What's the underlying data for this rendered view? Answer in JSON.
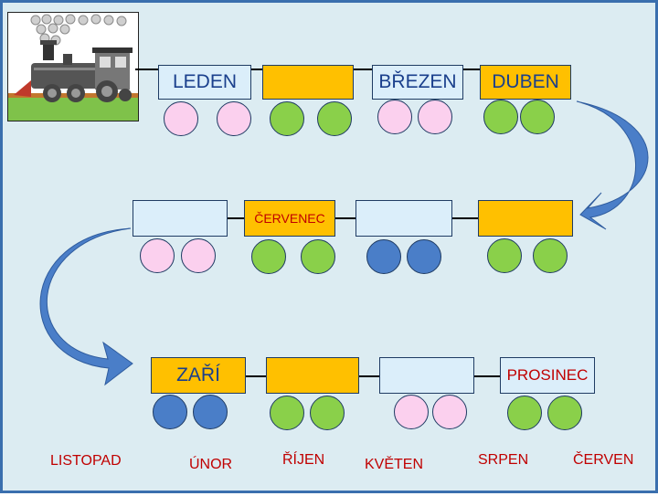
{
  "wagons": {
    "w1": "LEDEN",
    "w2": "",
    "w3": "BŘEZEN",
    "w4": "DUBEN",
    "w5": "",
    "w6": "ČERVENEC",
    "w7": "",
    "w8": "",
    "w9": "ZAŘÍ",
    "w10": "",
    "w11": "",
    "w12": "PROSINEC"
  },
  "words": {
    "listopad": "LISTOPAD",
    "unor": "ÚNOR",
    "rijen": "ŘÍJEN",
    "kveten": "KVĚTEN",
    "srpen": "SRPEN",
    "cerven": "ČERVEN"
  },
  "colors": {
    "wagon_blue": "#dbeefa",
    "wagon_orange": "#ffc000",
    "wheel_pink": "#fbd0ee",
    "wheel_green": "#8ad04a",
    "wheel_blue": "#4a7ec8",
    "arrow": "#4a7ec8",
    "missing_word": "#c00000"
  }
}
